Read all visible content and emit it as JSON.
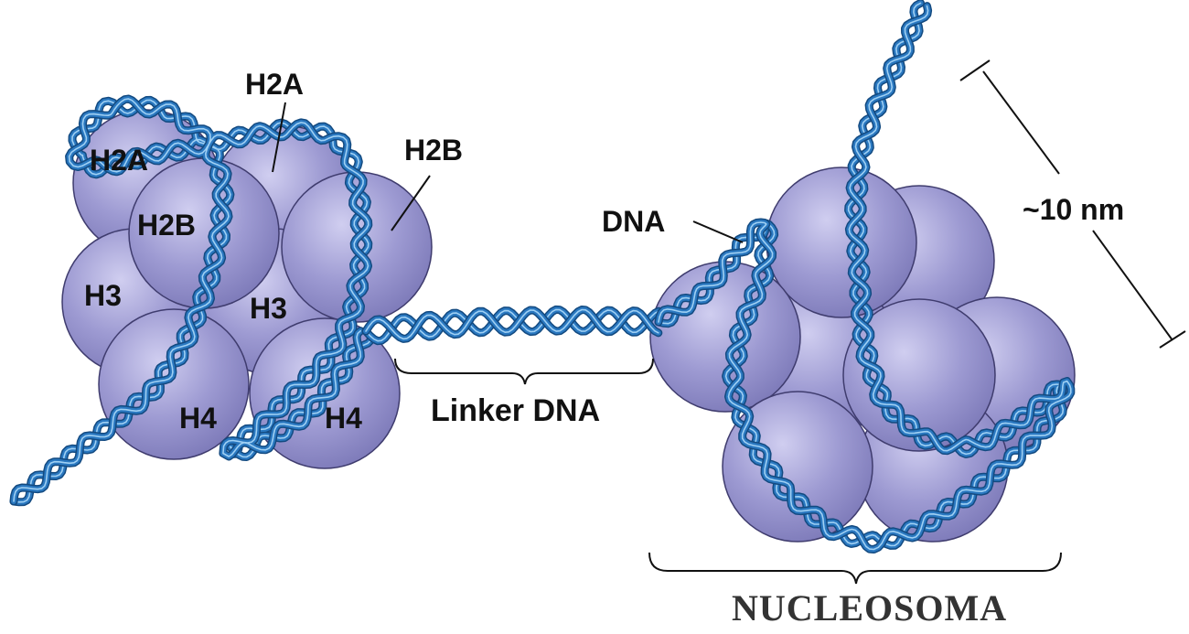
{
  "labels": {
    "h2a_top": "H2A",
    "h2a_left": "H2A",
    "h2b_right": "H2B",
    "h2b_left": "H2B",
    "h3_left": "H3",
    "h3_center": "H3",
    "h4_left": "H4",
    "h4_right": "H4",
    "linker_dna": "Linker DNA",
    "dna": "DNA",
    "scale": "~10 nm",
    "nucleosome": "NUCLEOSOMA"
  },
  "colors": {
    "histone": "#9a97cf",
    "histone_highlight": "#c9c7ec",
    "histone_edge": "#3f3c6e",
    "dna_blue": "#2a78c0",
    "dna_dark": "#134a80",
    "dna_light": "#9fd0f4",
    "text": "#111111"
  }
}
